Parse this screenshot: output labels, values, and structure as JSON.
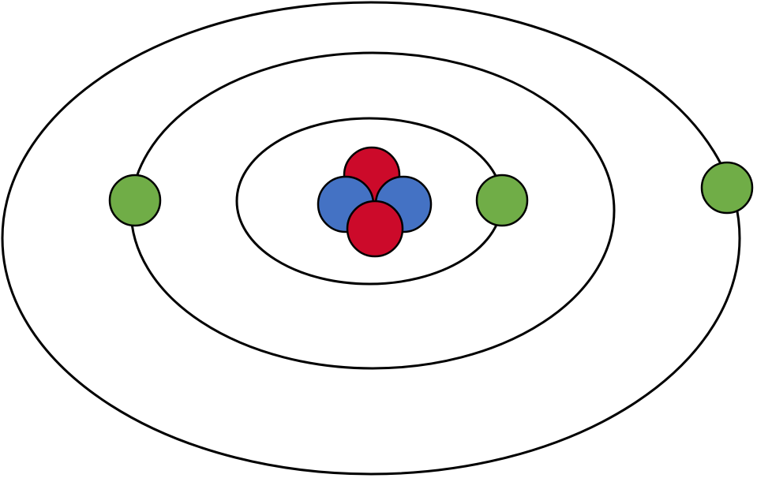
{
  "diagram": {
    "kind": "atom-model",
    "nucleus": {
      "protons": 2,
      "neutrons": 2
    },
    "electron_shells": [
      {
        "shell": 1,
        "electrons": 1
      },
      {
        "shell": 2,
        "electrons": 1
      },
      {
        "shell": 3,
        "electrons": 1
      }
    ],
    "colors": {
      "background": "#ffffff",
      "orbit": "#000000",
      "proton": "#cc0a2a",
      "neutron": "#4472c4",
      "electron": "#70ad47"
    }
  }
}
